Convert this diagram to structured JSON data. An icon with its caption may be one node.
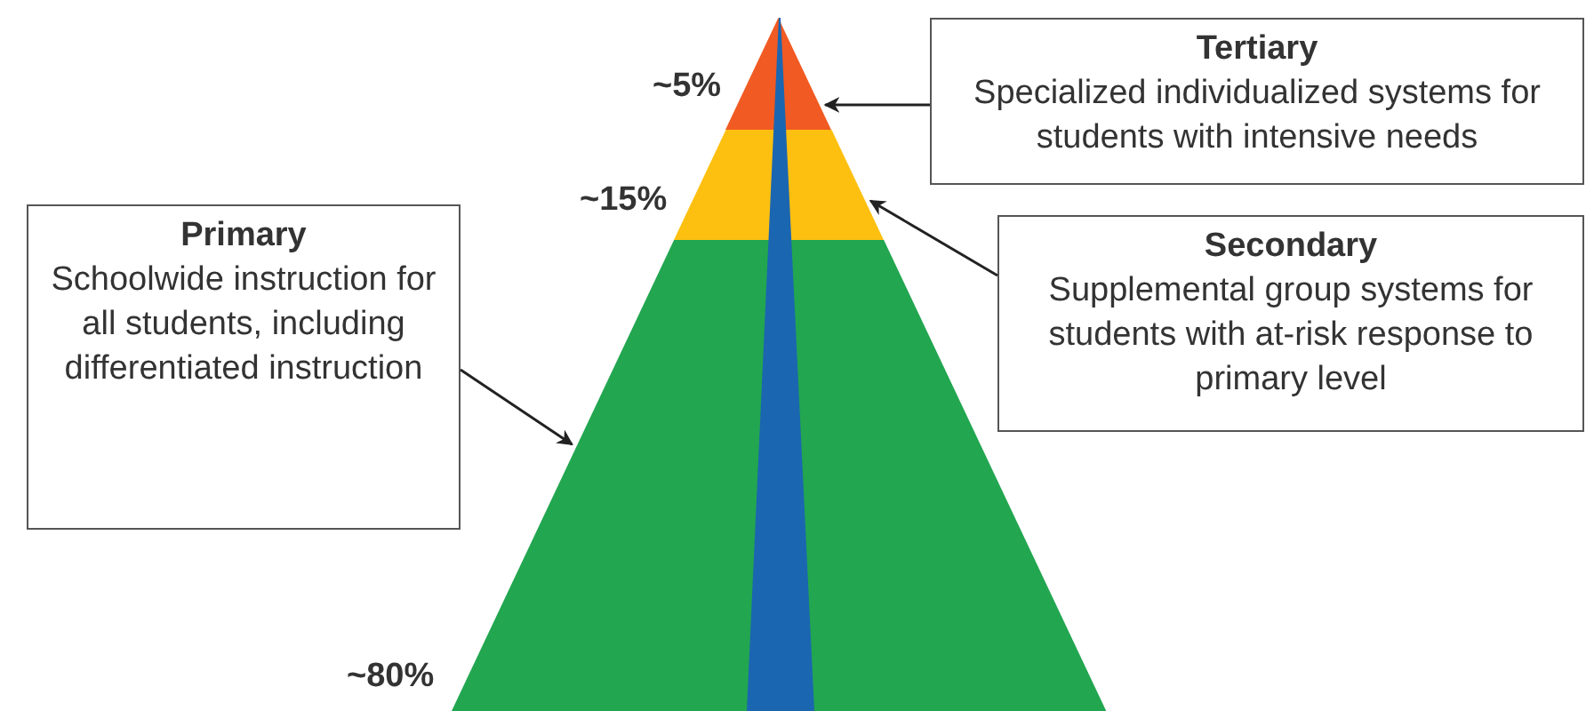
{
  "diagram": {
    "nodes": [
      {
        "text": [
          "Tertiary",
          "Specialized individualized systems for students with intensive needs"
        ]
      },
      {
        "text": [
          "Secondary",
          "Supplemental group systems for students with at-risk response to primary level"
        ]
      },
      {
        "text": [
          "Primary",
          "Schoolwide instruction for all students, including differentiated instruction"
        ]
      },
      {
        "text": [],
        "shape": "band"
      },
      {
        "text": [],
        "shape": "band"
      },
      {
        "text": [],
        "shape": "band"
      }
    ],
    "edges": [
      {
        "from": 0,
        "to": 3,
        "arrow": "to"
      },
      {
        "from": 1,
        "to": 4,
        "arrow": "to"
      },
      {
        "from": 2,
        "to": 5,
        "arrow": "to"
      }
    ],
    "labels": [
      "~5%",
      "~15%",
      "~80%"
    ]
  }
}
